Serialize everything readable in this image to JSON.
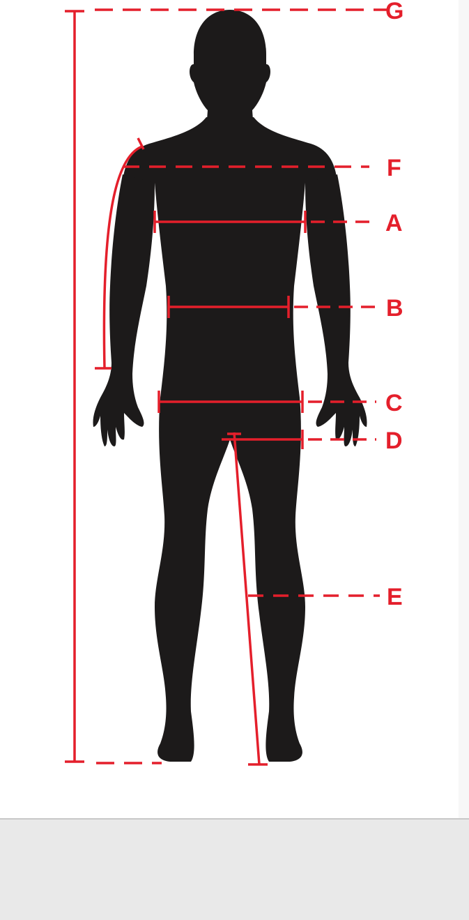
{
  "colors": {
    "silhouette": "#1c1a1a",
    "measure": "#e41f2b",
    "background": "#ffffff",
    "footer": "#e9e9e9",
    "divider": "#c8c8c8"
  },
  "labels": {
    "g": "G",
    "f": "F",
    "a": "A",
    "b": "B",
    "c": "C",
    "d": "D",
    "e": "E"
  }
}
